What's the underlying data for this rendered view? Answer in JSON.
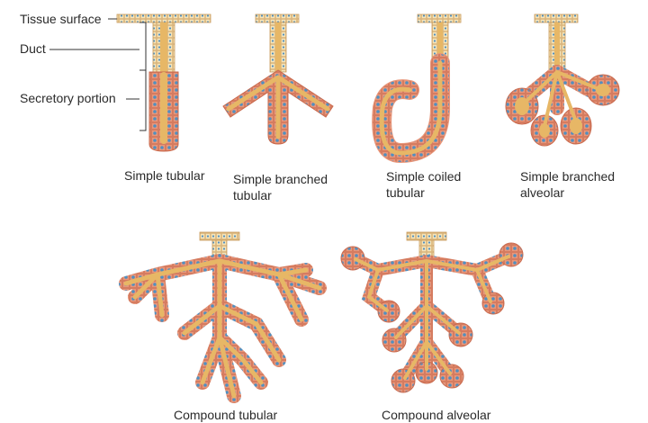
{
  "labels": {
    "tissue_surface": "Tissue surface",
    "duct": "Duct",
    "secretory_portion": "Secretory portion"
  },
  "captions": {
    "simple_tubular": "Simple tubular",
    "simple_branched_tubular_1": "Simple branched",
    "simple_branched_tubular_2": "tubular",
    "simple_coiled_tubular_1": "Simple coiled",
    "simple_coiled_tubular_2": "tubular",
    "simple_branched_alveolar_1": "Simple branched",
    "simple_branched_alveolar_2": "alveolar",
    "compound_tubular": "Compound tubular",
    "compound_alveolar": "Compound alveolar"
  },
  "colors": {
    "duct_fill": "#f3d7a2",
    "duct_outline": "#c99a5a",
    "secretory_cell": "#e8967a",
    "nucleus": "#4f8fc0",
    "lumen": "#e7b766",
    "surface_cell": "#f7e6bf",
    "leader_line": "#333333"
  }
}
